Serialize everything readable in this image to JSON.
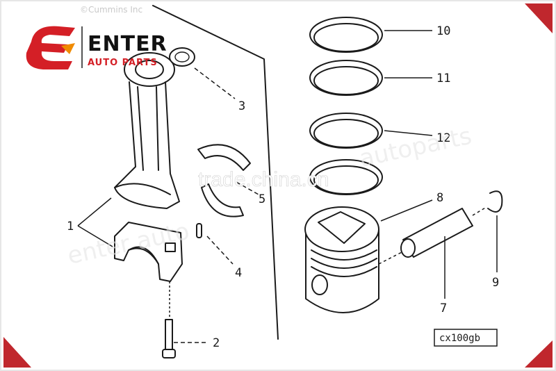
{
  "brand": {
    "name": "ENTER",
    "tagline": "AUTO PARTS",
    "accent_color": "#d41f26",
    "corner_color": "#c0272d"
  },
  "watermarks": {
    "top": "©Cummins Inc",
    "center": "trade.china.cn",
    "diagonal_left": "enter auto",
    "diagonal_right": "autoparts"
  },
  "diagram": {
    "stamp_code": "cx100gb",
    "callouts": [
      {
        "id": "1",
        "label": "1"
      },
      {
        "id": "2",
        "label": "2"
      },
      {
        "id": "3",
        "label": "3"
      },
      {
        "id": "4",
        "label": "4"
      },
      {
        "id": "5",
        "label": "5"
      },
      {
        "id": "7",
        "label": "7"
      },
      {
        "id": "8",
        "label": "8"
      },
      {
        "id": "9",
        "label": "9"
      },
      {
        "id": "10",
        "label": "10"
      },
      {
        "id": "11",
        "label": "11"
      },
      {
        "id": "12",
        "label": "12"
      }
    ]
  }
}
